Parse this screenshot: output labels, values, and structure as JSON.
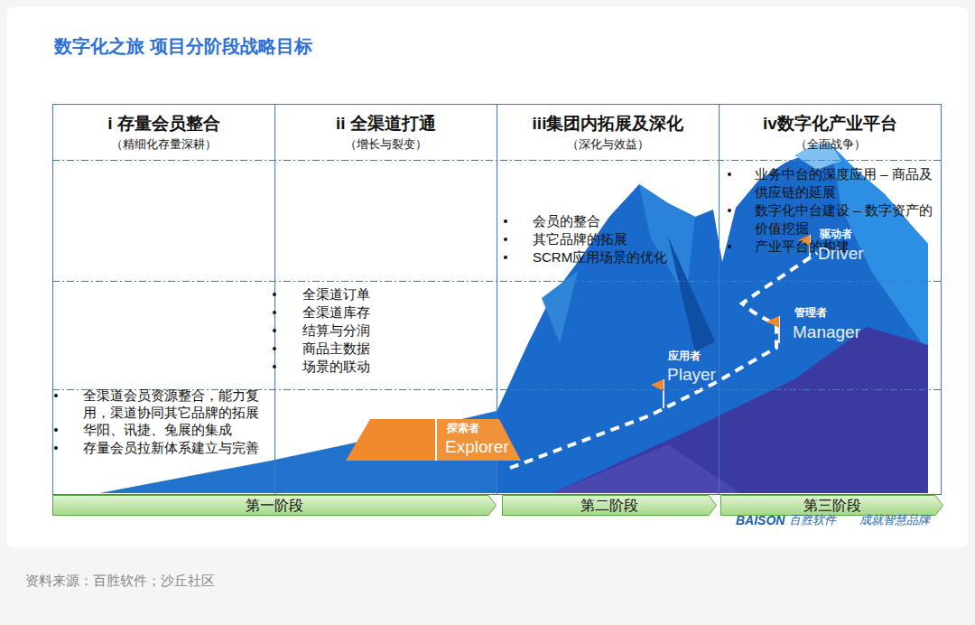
{
  "diagram": {
    "title": "数字化之旅 项目分阶段战略目标",
    "caption": "资料来源：百胜软件；沙丘社区",
    "nodes": [
      {
        "text": [
          "i 存量会员整合",
          "（精细化存量深耕）"
        ]
      },
      {
        "text": [
          "ii 全渠道打通",
          "（增长与裂变）"
        ]
      },
      {
        "text": [
          "iii集团内拓展及深化",
          "（深化与效益）"
        ]
      },
      {
        "text": [
          "iv数字化产业平台",
          "（全面战争）"
        ]
      },
      {
        "text": [
          "探索者",
          "Explorer"
        ]
      },
      {
        "text": [
          "第一阶段"
        ]
      },
      {
        "text": [
          "第二阶段"
        ]
      },
      {
        "text": [
          "第三阶段"
        ]
      }
    ],
    "edges": [],
    "labels": [
      "全渠道会员资源整合，能力复用，渠道协同其它品牌的拓展",
      "华阳、讯捷、兔展的集成",
      "存量会员拉新体系建立与完善",
      "全渠道订单",
      "全渠道库存",
      "结算与分润",
      "商品主数据",
      "场景的联动",
      "会员的整合",
      "其它品牌的拓展",
      "SCRM应用场景的优化",
      "业务中台的深度应用 – 商品及供应链的延展",
      "数字化中台建设 – 数字资产的价值挖掘",
      "产业平台的构建",
      "应用者",
      "Player",
      "管理者",
      "Manager",
      "驱动者",
      "Driver",
      "BAISON",
      "百胜软件",
      "成就智慧品牌"
    ]
  }
}
